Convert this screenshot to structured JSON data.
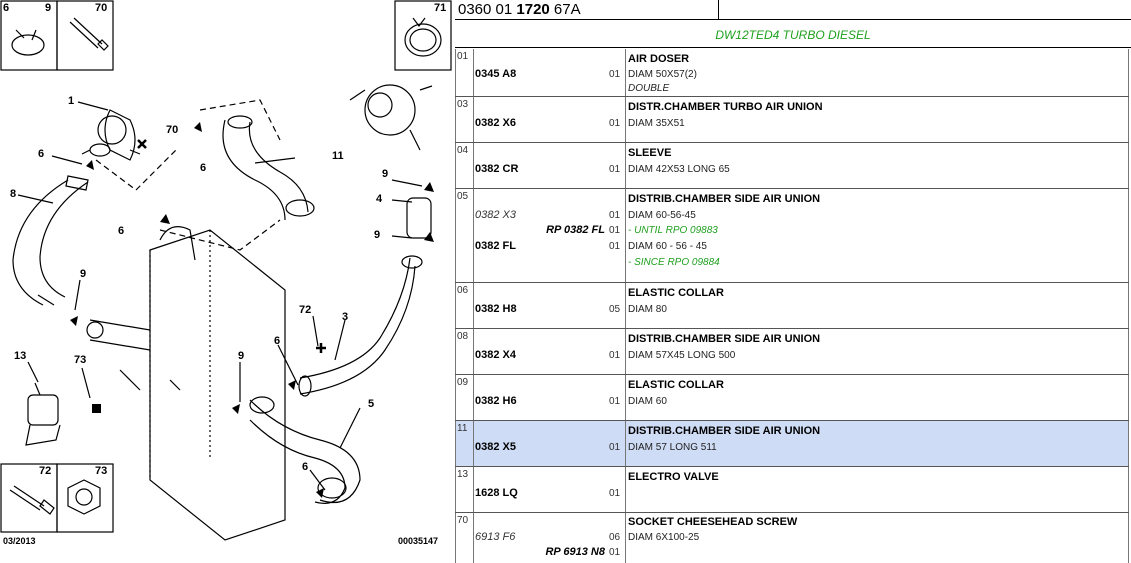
{
  "diagram": {
    "corner_boxes": [
      {
        "nums": [
          "6",
          "9"
        ]
      },
      {
        "nums": [
          "70"
        ]
      },
      {
        "nums": [
          "71"
        ]
      },
      {
        "nums": [
          "72"
        ]
      },
      {
        "nums": [
          "73"
        ]
      }
    ],
    "callouts": [
      "1",
      "70",
      "6",
      "6",
      "8",
      "6",
      "11",
      "9",
      "4",
      "9",
      "9",
      "13",
      "73",
      "72",
      "3",
      "6",
      "9",
      "5",
      "6"
    ],
    "date": "03/2013",
    "drawing_ref": "00035147"
  },
  "header": {
    "ref_prefix": "0360 01 ",
    "ref_bold": "1720",
    "ref_suffix": " 67A",
    "engine": "DW12TED4 TURBO DIESEL"
  },
  "rows": [
    {
      "line": "01",
      "code": "0345 A8",
      "qty": "01",
      "title": "AIR DOSER",
      "sub": "DIAM 50X57(2)",
      "sub2": "DOUBLE"
    },
    {
      "line": "03",
      "code": "0382 X6",
      "qty": "01",
      "title": "DISTR.CHAMBER TURBO AIR UNION",
      "sub": "DIAM 35X51"
    },
    {
      "line": "04",
      "code": "0382 CR",
      "qty": "01",
      "title": "SLEEVE",
      "sub": "DIAM 42X53 LONG 65"
    },
    {
      "line": "05",
      "code_old": "0382 X3",
      "rpo": "RP 0382 FL",
      "code": "0382 FL",
      "qty1": "01",
      "qty2": "01",
      "qty3": "01",
      "title": "DISTRIB.CHAMBER SIDE AIR UNION",
      "sub": "DIAM 60-56-45",
      "until": "- UNTIL RPO 09883",
      "sub3": "DIAM 60 - 56 - 45",
      "since": "- SINCE RPO 09884"
    },
    {
      "line": "06",
      "code": "0382 H8",
      "qty": "05",
      "title": "ELASTIC COLLAR",
      "sub": "DIAM 80"
    },
    {
      "line": "08",
      "code": "0382 X4",
      "qty": "01",
      "title": "DISTRIB.CHAMBER SIDE AIR UNION",
      "sub": "DIAM 57X45 LONG 500"
    },
    {
      "line": "09",
      "code": "0382 H6",
      "qty": "01",
      "title": "ELASTIC COLLAR",
      "sub": "DIAM 60"
    },
    {
      "line": "11",
      "code": "0382 X5",
      "qty": "01",
      "title": "DISTRIB.CHAMBER SIDE AIR UNION",
      "sub": "DIAM 57 LONG 511"
    },
    {
      "line": "13",
      "code": "1628 LQ",
      "qty": "01",
      "title": "ELECTRO VALVE"
    },
    {
      "line": "70",
      "code_old": "6913 F6",
      "rpo": "RP 6913 N8",
      "qty1": "06",
      "qty2": "01",
      "title": "SOCKET CHEESEHEAD SCREW",
      "sub": "DIAM 6X100-25"
    }
  ],
  "selected_row": "11",
  "colors": {
    "accent_green": "#1fa01f",
    "selected_row": "#cfdcf5"
  }
}
